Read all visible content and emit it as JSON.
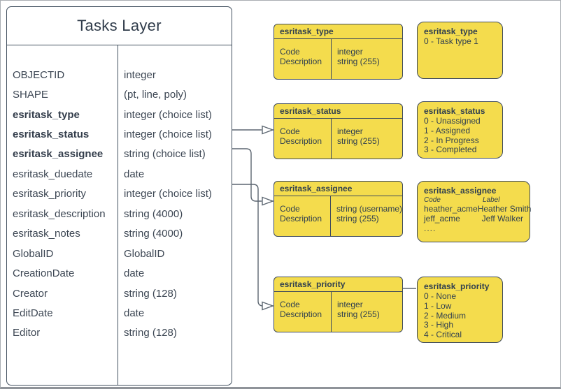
{
  "tasks_table": {
    "title": "Tasks Layer",
    "fields": [
      {
        "name": "OBJECTID",
        "type": "integer"
      },
      {
        "name": "SHAPE",
        "type": "(pt, line, poly)"
      },
      {
        "name": "esritask_type",
        "type": "integer (choice list)"
      },
      {
        "name": "esritask_status",
        "type": "integer (choice list)"
      },
      {
        "name": "esritask_assignee",
        "type": "string (choice list)"
      },
      {
        "name": "esritask_duedate",
        "type": "date"
      },
      {
        "name": "esritask_priority",
        "type": "integer (choice list)"
      },
      {
        "name": "esritask_description",
        "type": "string (4000)"
      },
      {
        "name": "esritask_notes",
        "type": "string (4000)"
      },
      {
        "name": "GlobalID",
        "type": "GlobalID"
      },
      {
        "name": "CreationDate",
        "type": "date"
      },
      {
        "name": "Creator",
        "type": "string (128)"
      },
      {
        "name": "EditDate",
        "type": "date"
      },
      {
        "name": "Editor",
        "type": "string (128)"
      }
    ]
  },
  "spec_boxes": [
    {
      "title": "esritask_type",
      "rows": [
        {
          "left": "Code",
          "right": "integer"
        },
        {
          "left": "Description",
          "right": "string (255)"
        }
      ]
    },
    {
      "title": "esritask_status",
      "rows": [
        {
          "left": "Code",
          "right": "integer"
        },
        {
          "left": "Description",
          "right": "string (255)"
        }
      ]
    },
    {
      "title": "esritask_assignee",
      "rows": [
        {
          "left": "Code",
          "right": "string  (username)"
        },
        {
          "left": "Description",
          "right": "string (255)"
        }
      ]
    },
    {
      "title": "esritask_priority",
      "rows": [
        {
          "left": "Code",
          "right": "integer"
        },
        {
          "left": "Description",
          "right": "string (255)"
        }
      ]
    }
  ],
  "domain_boxes": [
    {
      "title": "esritask_type",
      "lines": [
        "0 - Task type 1"
      ]
    },
    {
      "title": "esritask_status",
      "lines": [
        "0 - Unassigned",
        "1 - Assigned",
        "2 - In Progress",
        "3 - Completed"
      ]
    },
    {
      "title": "esritask_assignee",
      "col_headers": [
        "Code",
        "Label"
      ],
      "rows": [
        [
          "heather_acme",
          "Heather Smith"
        ],
        [
          "jeff_acme",
          "Jeff Walker"
        ]
      ],
      "more": "...."
    },
    {
      "title": "esritask_priority",
      "lines": [
        "0 - None",
        "1 - Low",
        "2 - Medium",
        "3 - High",
        "4 - Critical"
      ]
    }
  ],
  "colors": {
    "box_fill": "#f4dc4d",
    "box_border": "#3e4a5c",
    "table_border": "#42505f",
    "text": "#31404f",
    "connector": "#5b6570"
  }
}
